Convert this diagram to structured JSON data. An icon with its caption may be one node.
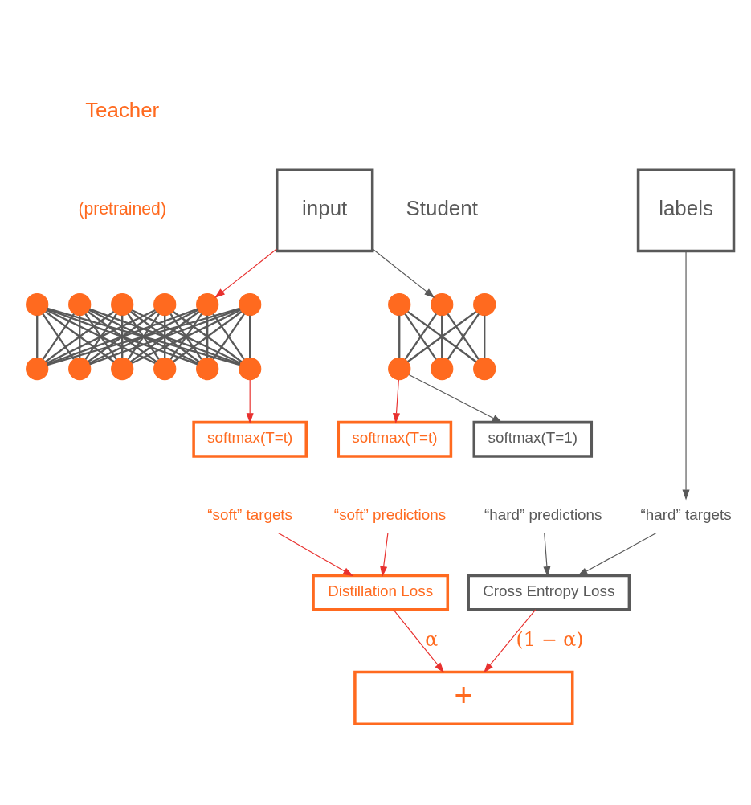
{
  "diagram": {
    "nodes": [
      {
        "text": [
          "input"
        ]
      },
      {
        "text": [
          "labels"
        ]
      },
      {
        "text": [],
        "shape": "circle"
      },
      {
        "text": [],
        "shape": "circle"
      },
      {
        "text": [],
        "shape": "circle"
      },
      {
        "text": [],
        "shape": "circle"
      },
      {
        "text": [],
        "shape": "circle"
      },
      {
        "text": [],
        "shape": "circle"
      },
      {
        "text": [],
        "shape": "circle"
      },
      {
        "text": [],
        "shape": "circle"
      },
      {
        "text": [],
        "shape": "circle"
      },
      {
        "text": [],
        "shape": "circle"
      },
      {
        "text": [],
        "shape": "circle"
      },
      {
        "text": [],
        "shape": "circle"
      },
      {
        "text": [],
        "shape": "circle"
      },
      {
        "text": [],
        "shape": "circle"
      },
      {
        "text": [],
        "shape": "circle"
      },
      {
        "text": [],
        "shape": "circle"
      },
      {
        "text": [],
        "shape": "circle"
      },
      {
        "text": [],
        "shape": "circle"
      },
      {
        "text": [
          "softmax(T=t)"
        ]
      },
      {
        "text": [
          "softmax(T=t)"
        ]
      },
      {
        "text": [
          "softmax(T=1)"
        ]
      },
      {
        "text": [
          "“soft” targets"
        ]
      },
      {
        "text": [
          "“soft” predictions"
        ]
      },
      {
        "text": [
          "“hard” predictions"
        ]
      },
      {
        "text": [
          "“hard” targets"
        ]
      },
      {
        "text": [
          "Distillation Loss"
        ]
      },
      {
        "text": [
          "Cross Entropy Loss"
        ]
      },
      {
        "text": [
          "+"
        ]
      }
    ],
    "edges": [
      {
        "from": 0,
        "to": 5,
        "arrow": "to",
        "color": "#e8312f"
      },
      {
        "from": 0,
        "to": 15,
        "arrow": "to"
      },
      {
        "from": 10,
        "to": 20,
        "arrow": "to",
        "color": "#e8312f"
      },
      {
        "from": 18,
        "to": 21,
        "arrow": "to",
        "color": "#e8312f"
      },
      {
        "from": 18,
        "to": 22,
        "arrow": "to"
      },
      {
        "from": 1,
        "to": 26,
        "arrow": "to"
      },
      {
        "from": 23,
        "to": 27,
        "arrow": "to",
        "color": "#e8312f"
      },
      {
        "from": 24,
        "to": 27,
        "arrow": "to",
        "color": "#e8312f"
      },
      {
        "from": 25,
        "to": 28,
        "arrow": "to"
      },
      {
        "from": 26,
        "to": 28,
        "arrow": "to"
      },
      {
        "from": 27,
        "to": 29,
        "arrow": "to",
        "label": "α",
        "color": "#e8312f"
      },
      {
        "from": 28,
        "to": 29,
        "arrow": "to",
        "label": "(1 − α)",
        "color": "#e8312f"
      },
      {
        "from": 2,
        "to": 8,
        "arrow": "none"
      },
      {
        "from": 2,
        "to": 9,
        "arrow": "none"
      },
      {
        "from": 2,
        "to": 10,
        "arrow": "none"
      },
      {
        "from": 2,
        "to": 11,
        "arrow": "none"
      },
      {
        "from": 2,
        "to": 12,
        "arrow": "none"
      },
      {
        "from": 2,
        "to": 13,
        "arrow": "none"
      },
      {
        "from": 3,
        "to": 8,
        "arrow": "none"
      },
      {
        "from": 3,
        "to": 9,
        "arrow": "none"
      },
      {
        "from": 3,
        "to": 10,
        "arrow": "none"
      },
      {
        "from": 3,
        "to": 11,
        "arrow": "none"
      },
      {
        "from": 3,
        "to": 12,
        "arrow": "none"
      },
      {
        "from": 3,
        "to": 13,
        "arrow": "none"
      },
      {
        "from": 4,
        "to": 8,
        "arrow": "none"
      },
      {
        "from": 4,
        "to": 9,
        "arrow": "none"
      },
      {
        "from": 4,
        "to": 10,
        "arrow": "none"
      },
      {
        "from": 4,
        "to": 11,
        "arrow": "none"
      },
      {
        "from": 4,
        "to": 12,
        "arrow": "none"
      },
      {
        "from": 4,
        "to": 13,
        "arrow": "none"
      },
      {
        "from": 5,
        "to": 8,
        "arrow": "none"
      },
      {
        "from": 5,
        "to": 9,
        "arrow": "none"
      },
      {
        "from": 5,
        "to": 10,
        "arrow": "none"
      },
      {
        "from": 5,
        "to": 11,
        "arrow": "none"
      },
      {
        "from": 5,
        "to": 12,
        "arrow": "none"
      },
      {
        "from": 5,
        "to": 13,
        "arrow": "none"
      },
      {
        "from": 6,
        "to": 8,
        "arrow": "none"
      },
      {
        "from": 6,
        "to": 9,
        "arrow": "none"
      },
      {
        "from": 6,
        "to": 10,
        "arrow": "none"
      },
      {
        "from": 6,
        "to": 11,
        "arrow": "none"
      },
      {
        "from": 6,
        "to": 12,
        "arrow": "none"
      },
      {
        "from": 6,
        "to": 13,
        "arrow": "none"
      },
      {
        "from": 7,
        "to": 8,
        "arrow": "none"
      },
      {
        "from": 7,
        "to": 9,
        "arrow": "none"
      },
      {
        "from": 7,
        "to": 10,
        "arrow": "none"
      },
      {
        "from": 7,
        "to": 11,
        "arrow": "none"
      },
      {
        "from": 7,
        "to": 12,
        "arrow": "none"
      },
      {
        "from": 7,
        "to": 13,
        "arrow": "none"
      },
      {
        "from": 14,
        "to": 17,
        "arrow": "none"
      },
      {
        "from": 14,
        "to": 18,
        "arrow": "none"
      },
      {
        "from": 14,
        "to": 19,
        "arrow": "none"
      },
      {
        "from": 15,
        "to": 17,
        "arrow": "none"
      },
      {
        "from": 15,
        "to": 18,
        "arrow": "none"
      },
      {
        "from": 15,
        "to": 19,
        "arrow": "none"
      },
      {
        "from": 16,
        "to": 17,
        "arrow": "none"
      },
      {
        "from": 16,
        "to": 18,
        "arrow": "none"
      },
      {
        "from": 16,
        "to": 19,
        "arrow": "none"
      }
    ],
    "labels": [
      "Teacher",
      "(pretrained)",
      "Student"
    ]
  }
}
